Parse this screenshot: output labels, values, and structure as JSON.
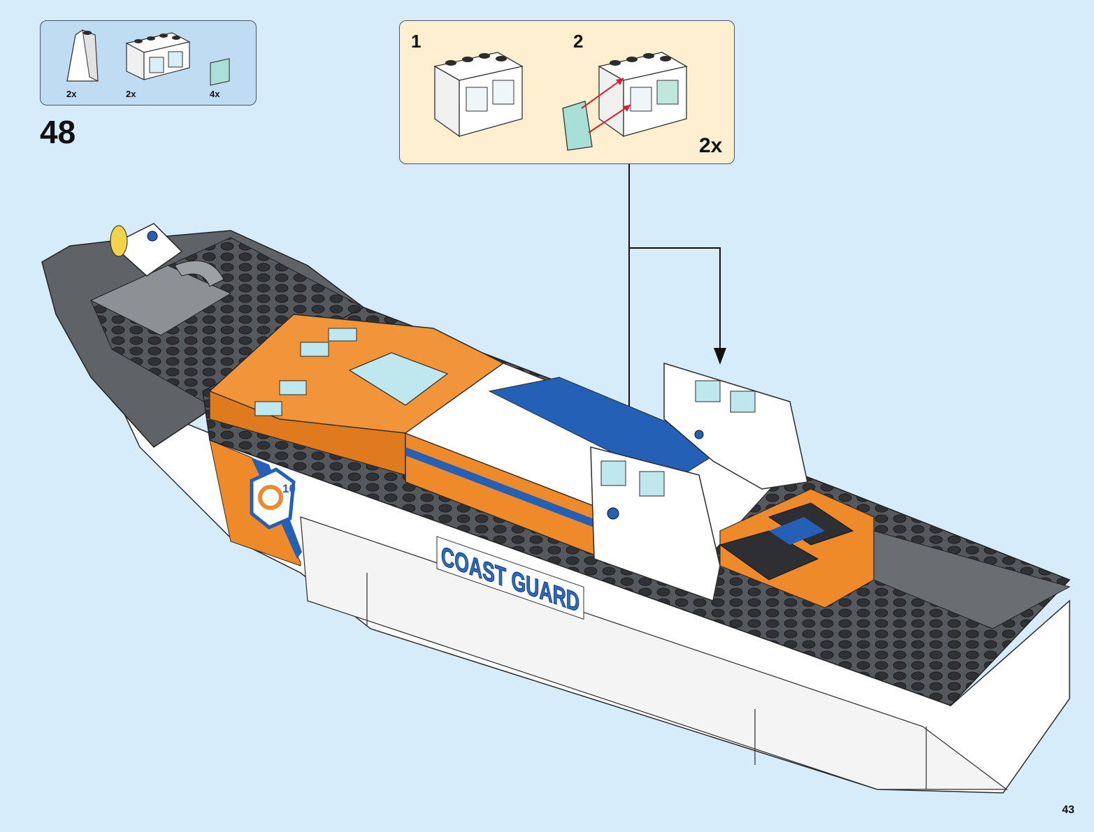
{
  "step": {
    "number": "48"
  },
  "parts": [
    {
      "icon": "white-slope-brick-icon",
      "qty": "2x"
    },
    {
      "icon": "white-window-frame-icon",
      "qty": "2x"
    },
    {
      "icon": "trans-light-blue-glass-pane-icon",
      "qty": "4x"
    }
  ],
  "sub_assembly": {
    "steps": [
      "1",
      "2"
    ],
    "multiplier": "2x"
  },
  "model": {
    "hull_text": "COAST GUARD",
    "emblem_number": "10"
  },
  "page": {
    "number": "43"
  },
  "colors": {
    "background": "#d6ecfa",
    "parts_box": "#bfdcf3",
    "sub_box": "#fdefcf",
    "orange": "#ef8a2b",
    "blue": "#1f5eb8",
    "dark_gray": "#5b5e63",
    "white": "#ffffff",
    "arrow_red": "#d2232a"
  }
}
